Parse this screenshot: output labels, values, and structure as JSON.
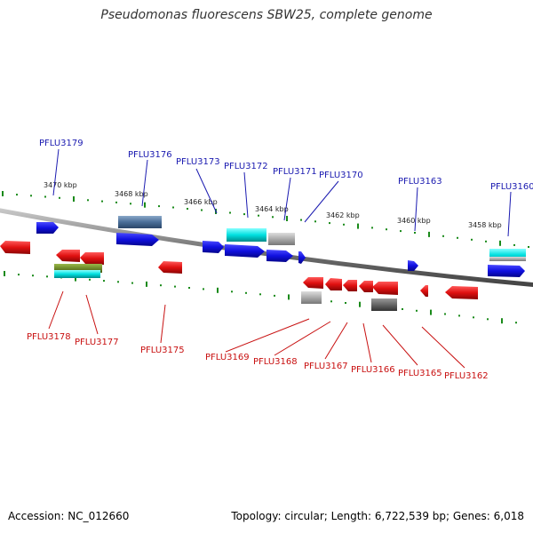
{
  "title": "Pseudomonas fluorescens SBW25, complete genome",
  "footer": {
    "accession": "Accession: NC_012660",
    "summary": "Topology: circular; Length: 6,722,539 bp; Genes: 6,018"
  },
  "scale_labels": [
    "3470 kbp",
    "3468 kbp",
    "3466 kbp",
    "3464 kbp",
    "3462 kbp",
    "3460 kbp",
    "3458 kbp"
  ],
  "top_genes": [
    "PFLU3179",
    "PFLU3176",
    "PFLU3173",
    "PFLU3172",
    "PFLU3171",
    "PFLU3170",
    "PFLU3163",
    "PFLU3160"
  ],
  "bottom_genes": [
    "PFLU3178",
    "PFLU3177",
    "PFLU3175",
    "PFLU3169",
    "PFLU3168",
    "PFLU3167",
    "PFLU3166",
    "PFLU3165",
    "PFLU3162"
  ],
  "colors": {
    "forward_strand": "#1010e0",
    "reverse_strand": "#e01010",
    "tick_marks": "#1a8a1a",
    "backbone": "#808080",
    "top_label": "#1a1ab0",
    "bottom_label": "#c81010"
  }
}
